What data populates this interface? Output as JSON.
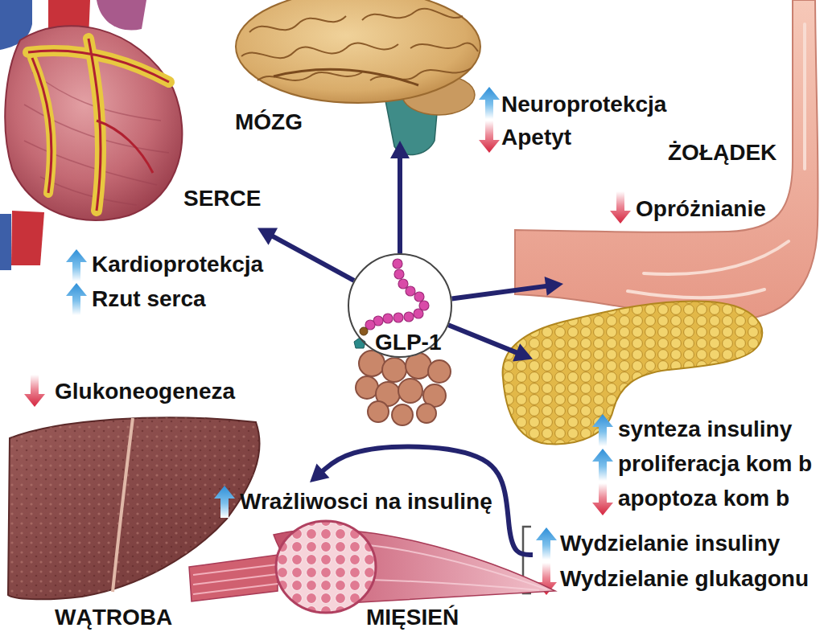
{
  "diagram": {
    "nodes": [
      {
        "text": [
          "SERCE",
          "Kardioprotekcja",
          "Rzut serca"
        ]
      },
      {
        "text": [
          "MÓZG",
          "Neuroprotekcja",
          "Apetyt"
        ]
      },
      {
        "text": [
          "ŻOŁĄDEK",
          "Opróżnianie"
        ]
      },
      {
        "text": [
          "GLP-1"
        ]
      },
      {
        "text": [
          "synteza insuliny",
          "proliferacja kom b",
          "apoptoza kom b",
          "Wydzielanie insuliny",
          "Wydzielanie glukagonu"
        ]
      },
      {
        "text": [
          "WĄTROBA",
          "Glukoneogeneza"
        ]
      },
      {
        "text": [
          "MIĘSIEŃ",
          "Wrażliwosci na insulinę"
        ]
      }
    ],
    "edges": [
      {
        "from": 3,
        "to": 0,
        "arrow": "to"
      },
      {
        "from": 3,
        "to": 1,
        "arrow": "to"
      },
      {
        "from": 3,
        "to": 2,
        "arrow": "to"
      },
      {
        "from": 3,
        "to": 4,
        "arrow": "to"
      },
      {
        "from": 4,
        "to": 6,
        "arrow": "to"
      }
    ]
  }
}
